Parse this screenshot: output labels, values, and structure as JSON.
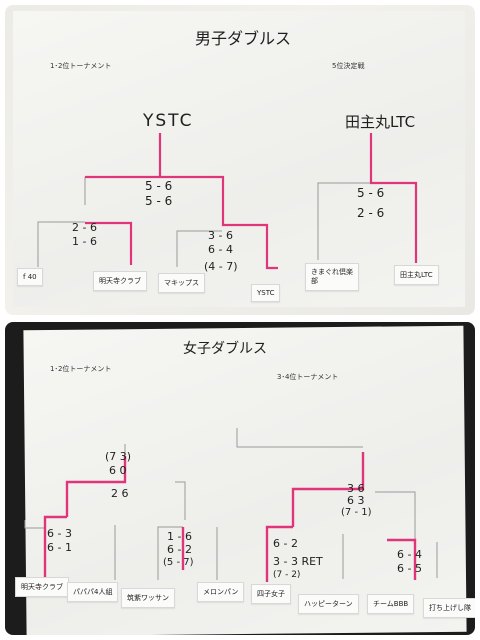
{
  "top": {
    "title": "男子ダブルス",
    "section_left": "1･2位トーナメント",
    "section_right": "5位決定戦",
    "winner_left": "YSTC",
    "winner_right": "田主丸LTC",
    "final_score_1": "5 - 6",
    "final_score_2": "5 - 6",
    "semi_left_1": "2 - 6",
    "semi_left_2": "1 - 6",
    "semi_right_1": "3 - 6",
    "semi_right_2": "6 - 4",
    "semi_right_3": "(4 - 7)",
    "right_score_1": "5 - 6",
    "right_score_2": "2 - 6",
    "teams": [
      "f 40",
      "明天寺クラブ",
      "マキップス",
      "YSTC",
      "きまぐれ倶楽部",
      "田主丸LTC"
    ]
  },
  "bottom": {
    "title": "女子ダブルス",
    "section_left": "1･2位トーナメント",
    "section_right": "3･4位トーナメント",
    "final_left_1": "(7  3)",
    "final_left_2": "6  0",
    "final_left_3": "2  6",
    "sub_left_1": "6 - 3",
    "sub_left_2": "6 - 1",
    "sub_mid_1": "1 - 6",
    "sub_mid_2": "6 - 2",
    "sub_mid_3": "(5 - 7)",
    "final_right_1": "3  6",
    "final_right_2": "6  3",
    "final_right_3": "(7 - 1)",
    "sub_r1_1": "6 - 2",
    "sub_r1_2": "3 - 3 RET",
    "sub_r1_3": "(7 - 2)",
    "sub_r2_1": "6 - 4",
    "sub_r2_2": "6 - 5",
    "teams": [
      "明天寺クラブ",
      "パパパ4人組",
      "筑紫ワッサン",
      "メロンパン",
      "四子女子",
      "ハッピーターン",
      "チームBBB",
      "打ち上げし隊"
    ]
  },
  "colors": {
    "line_red": "#e0357a",
    "line_grey": "#9a9a9a",
    "ink": "#1f1f1f"
  }
}
